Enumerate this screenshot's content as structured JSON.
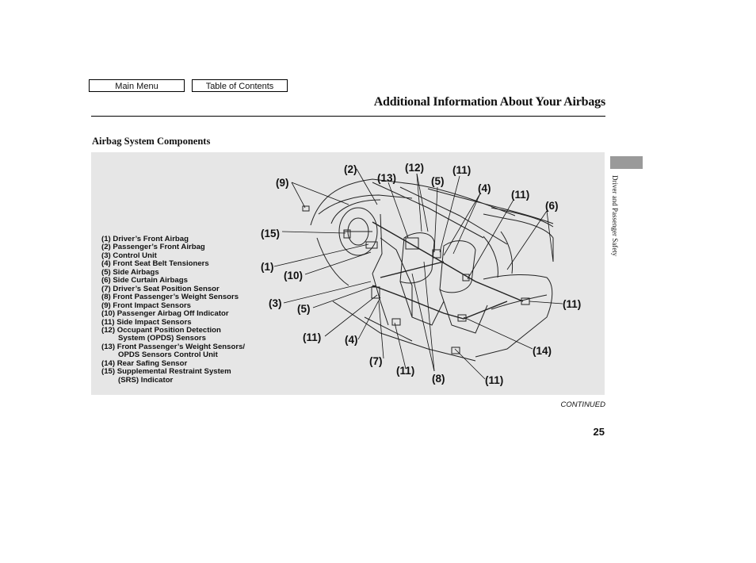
{
  "nav": {
    "main_menu": "Main Menu",
    "table_of_contents": "Table of Contents"
  },
  "header": {
    "title": "Additional Information About Your Airbags"
  },
  "section": {
    "heading": "Airbag System Components"
  },
  "legend": {
    "items": [
      {
        "line1": "(1) Driver’s Front Airbag"
      },
      {
        "line1": "(2) Passenger’s Front Airbag"
      },
      {
        "line1": "(3) Control Unit"
      },
      {
        "line1": "(4) Front Seat Belt Tensioners"
      },
      {
        "line1": "(5) Side Airbags"
      },
      {
        "line1": "(6) Side Curtain Airbags"
      },
      {
        "line1": "(7) Driver’s Seat Position Sensor"
      },
      {
        "line1": "(8) Front Passenger’s Weight Sensors"
      },
      {
        "line1": "(9) Front Impact Sensors"
      },
      {
        "line1": "(10) Passenger Airbag Off Indicator"
      },
      {
        "line1": "(11) Side Impact Sensors"
      },
      {
        "line1": "(12) Occupant Position Detection",
        "line2": "System (OPDS) Sensors"
      },
      {
        "line1": "(13) Front Passenger’s Weight Sensors/",
        "line2": "OPDS Sensors Control Unit"
      },
      {
        "line1": "(14) Rear Safing Sensor"
      },
      {
        "line1": "(15) Supplemental Restraint System",
        "line2": "(SRS) Indicator"
      }
    ]
  },
  "callouts": {
    "c9": "(9)",
    "c2": "(2)",
    "c13": "(13)",
    "c12": "(12)",
    "c5a": "(5)",
    "c11a": "(11)",
    "c4a": "(4)",
    "c11b": "(11)",
    "c6": "(6)",
    "c15": "(15)",
    "c1": "(1)",
    "c10": "(10)",
    "c3": "(3)",
    "c5b": "(5)",
    "c11c": "(11)",
    "c11d": "(11)",
    "c4b": "(4)",
    "c14": "(14)",
    "c7": "(7)",
    "c11e": "(11)",
    "c8": "(8)",
    "c11f": "(11)"
  },
  "sidebar": {
    "label": "Driver and Passenger Safety"
  },
  "footer": {
    "continued": "CONTINUED",
    "page_number": "25"
  }
}
